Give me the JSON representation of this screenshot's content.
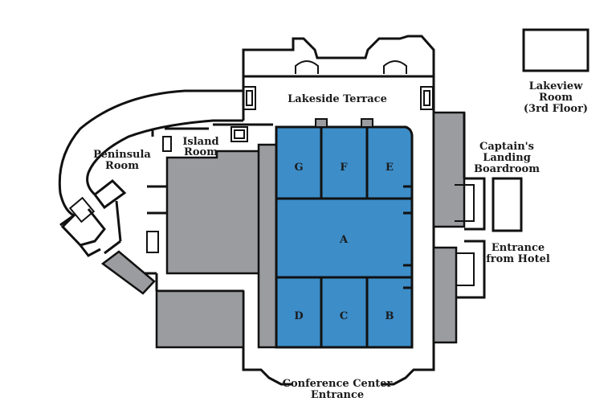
{
  "map": {
    "rooms": {
      "g": "G",
      "f": "F",
      "e": "E",
      "a": "A",
      "d": "D",
      "c": "C",
      "b": "B"
    },
    "labels": {
      "lakeside_terrace": "Lakeside Terrace",
      "lakeview": [
        "Lakeview",
        "Room",
        "(3rd Floor)"
      ],
      "peninsula": [
        "Peninsula",
        "Room"
      ],
      "island": [
        "Island",
        "Room"
      ],
      "captains": [
        "Captain's",
        "Landing",
        "Boardroom"
      ],
      "entrance_hotel": [
        "Entrance",
        "from Hotel"
      ],
      "conference_entrance": [
        "Conference Center",
        "Entrance"
      ]
    },
    "colors": {
      "ballroom_blue": "#3c8dc8",
      "service_gray": "#9b9c9f",
      "wall": "#111111"
    }
  }
}
